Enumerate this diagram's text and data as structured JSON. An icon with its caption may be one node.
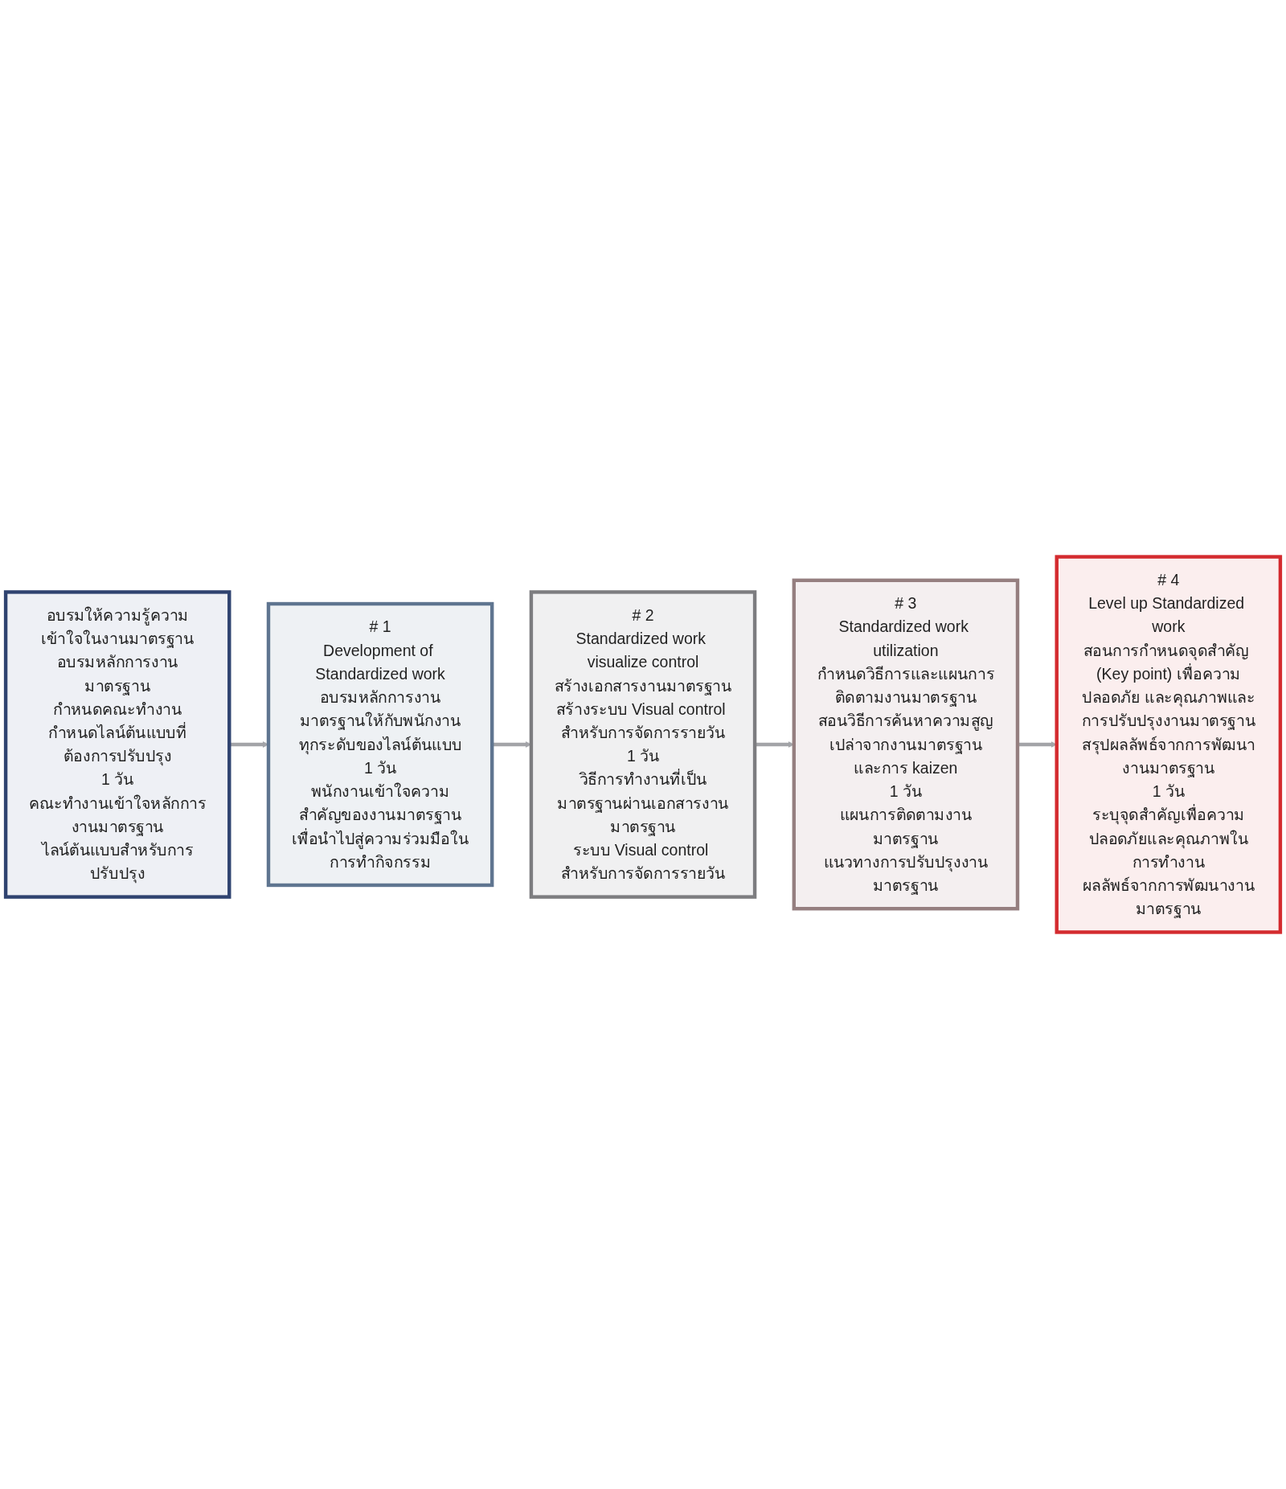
{
  "diagram": {
    "nodes": [
      {
        "text": [
          "อบรมให้ความรู้ความเข้าใจในงานมาตรฐาน",
          "อบรมหลักการงานมาตรฐาน",
          "กำหนดคณะทำงาน",
          "กำหนดไลน์ต้นแบบที่ต้องการปรับปรุง",
          "1 วัน",
          "คณะทำงานเข้าใจหลักการงานมาตรฐาน",
          "ไลน์ต้นแบบสำหรับการปรับปรุง"
        ]
      },
      {
        "text": [
          "# 1",
          "Development of Standardized work",
          "อบรมหลักการงานมาตรฐานให้กับพนักงานทุกระดับของไลน์ต้นแบบ",
          "1 วัน",
          "พนักงานเข้าใจความสำคัญของงานมาตรฐานเพื่อนำไปสู่ความร่วมมือในการทำกิจกรรม"
        ]
      },
      {
        "text": [
          "# 2",
          "Standardized work visualize control",
          "สร้างเอกสารงานมาตรฐาน",
          "สร้างระบบ Visual control สำหรับการจัดการรายวัน",
          "1 วัน",
          "วิธีการทำงานที่เป็นมาตรฐานผ่านเอกสารงานมาตรฐาน",
          "ระบบ Visual control สำหรับการจัดการรายวัน"
        ]
      },
      {
        "text": [
          "# 3",
          "Standardized work utilization",
          "กำหนดวิธีการและแผนการติดตามงานมาตรฐาน",
          "สอนวิธีการค้นหาความสูญเปล่าจากงานมาตรฐานและการ kaizen",
          "1 วัน",
          "แผนการติดตามงานมาตรฐาน",
          "แนวทางการปรับปรุงงานมาตรฐาน"
        ]
      },
      {
        "text": [
          "# 4",
          "Level up Standardized work",
          "สอนการกำหนดจุดสำคัญ (Key point) เพื่อความปลอดภัย และคุณภาพและการปรับปรุงงานมาตรฐาน",
          "สรุปผลลัพธ์จากการพัฒนางานมาตรฐาน",
          "1 วัน",
          "ระบุจุดสำคัญเพื่อความปลอดภัยและคุณภาพในการทำงาน",
          "ผลลัพธ์จากการพัฒนางานมาตรฐาน"
        ]
      }
    ],
    "edges": [
      {
        "from": 0,
        "to": 1,
        "arrow": "to"
      },
      {
        "from": 1,
        "to": 2,
        "arrow": "to"
      },
      {
        "from": 2,
        "to": 3,
        "arrow": "to"
      },
      {
        "from": 3,
        "to": 4,
        "arrow": "to"
      }
    ]
  }
}
